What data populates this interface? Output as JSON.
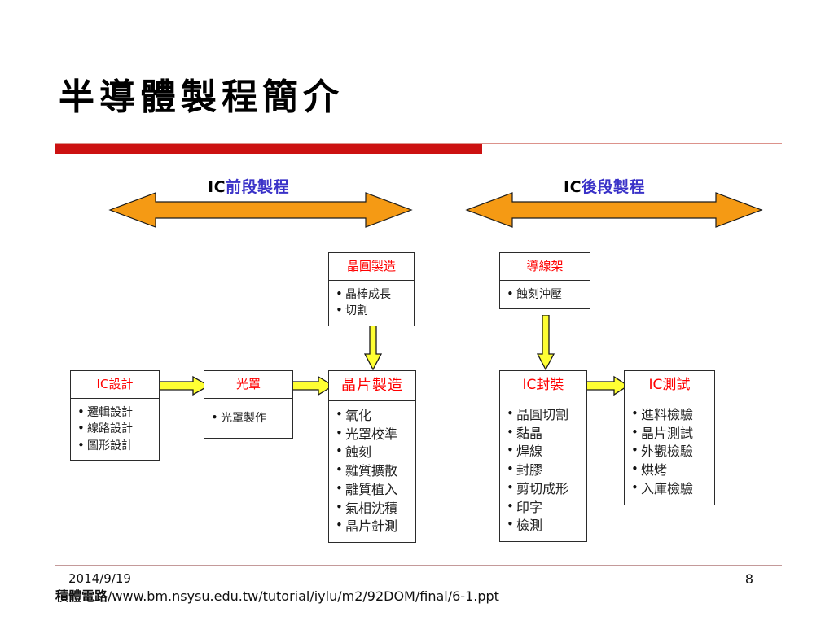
{
  "slide": {
    "title": "半導體製程簡介",
    "accent_color": "#cc1111",
    "header_color": "#ff0000",
    "arrow_fill": "#f59a14",
    "connector_fill": "#ffff33"
  },
  "phases": [
    {
      "latin": "IC",
      "han": "前段製程"
    },
    {
      "latin": "IC",
      "han": "後段製程"
    }
  ],
  "boxes": {
    "wafer_manufacture": {
      "title": "晶圓製造",
      "items": [
        "晶棒成長",
        "切割"
      ]
    },
    "lead_frame": {
      "title": "導線架",
      "items": [
        "蝕刻沖壓"
      ]
    },
    "ic_design": {
      "title": "IC設計",
      "items": [
        "邏輯設計",
        "線路設計",
        "圖形設計"
      ]
    },
    "photomask": {
      "title": "光罩",
      "items": [
        "光罩製作"
      ]
    },
    "chip_manufacture": {
      "title": "晶片製造",
      "items": [
        "氧化",
        "光罩校準",
        "蝕刻",
        "雜質擴散",
        "離質植入",
        "氣相沈積",
        "晶片針測"
      ]
    },
    "ic_package": {
      "title": "IC封裝",
      "items": [
        "晶圓切割",
        "黏晶",
        "焊線",
        "封膠",
        "剪切成形",
        "印字",
        "檢測"
      ]
    },
    "ic_test": {
      "title": "IC測試",
      "items": [
        "進料檢驗",
        "晶片測試",
        "外觀檢驗",
        "烘烤",
        "入庫檢驗"
      ]
    }
  },
  "footer": {
    "date": "2014/9/19",
    "source_name": "積體電路",
    "source_url": "/www.bm.nsysu.edu.tw/tutorial/iylu/m2/92DOM/final/6-1.ppt",
    "page_number": "8"
  }
}
